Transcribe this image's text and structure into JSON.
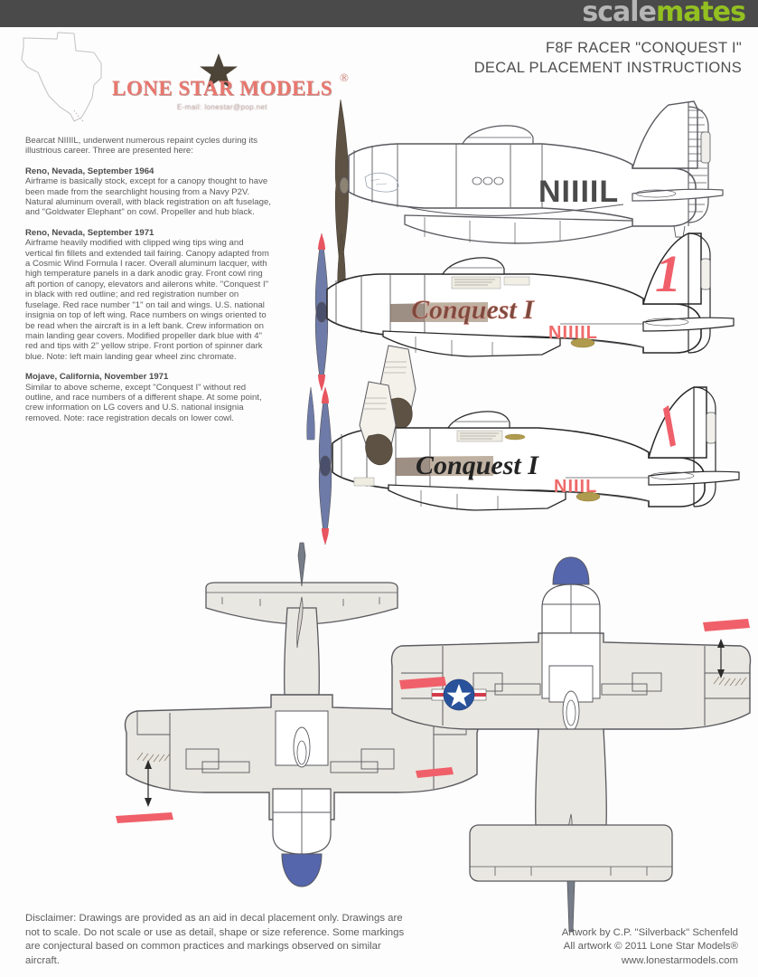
{
  "watermark": {
    "brand_part1": "scale",
    "brand_part2": "mates",
    "bar_color": "#4a4a4a",
    "green": "#93c020",
    "grey": "#b5b5b5"
  },
  "header": {
    "logo_name": "LONE STAR MODELS",
    "registered_mark": "®",
    "email_line": "E-mail:  lonestar@pop.net",
    "title_line1": "F8F RACER \"CONQUEST I\"",
    "title_line2": "DECAL PLACEMENT INSTRUCTIONS",
    "star_icon": "star-icon",
    "texas_icon": "texas-outline-icon"
  },
  "notes": {
    "intro": "Bearcat NIIIIL, underwent numerous repaint cycles during its illustrious career.  Three are presented here:",
    "schemes": [
      {
        "heading": "Reno, Nevada, September 1964",
        "body": "Airframe is basically stock, except for a canopy thought to have been made from the searchlight housing from a Navy P2V.  Natural aluminum overall, with black registration on aft fuselage, and \"Goldwater Elephant\" on cowl.  Propeller and hub black."
      },
      {
        "heading": "Reno, Nevada, September 1971",
        "body": "Airframe heavily modified with clipped wing tips wing and vertical fin fillets and extended tail fairing.  Canopy adapted from a Cosmic Wind Formula I racer.\nOverall aluminum lacquer, with high temperature panels in a dark anodic gray.  Front cowl ring aft portion of canopy, elevators and ailerons white. \"Conquest I\" in black with red outline; and red registration number on fuselage.  Red race number \"1\" on tail and wings.  U.S. national insignia on top of left wing.  Race numbers on wings oriented to be read when the aircraft is in a left bank.  Crew information on main landing gear covers.  Modified propeller dark blue with 4\" red and tips with 2\" yellow stripe.  Front portion of spinner dark blue.\nNote: left main landing gear wheel zinc chromate."
      },
      {
        "heading": "Mojave, California, November 1971",
        "body": "Similar to above scheme, except \"Conquest I\" without red outline, and race numbers of a different shape.  At some point, crew information on LG covers and U.S. national insignia removed.\nNote: race registration decals on lower cowl."
      }
    ]
  },
  "artwork": {
    "profile_1964": {
      "registration": "NIIIIL",
      "registration_color": "#4b4b4b",
      "label": "1964 side profile"
    },
    "profile_1971_reno": {
      "script_name": "Conquest I",
      "script_color": "#7c4a3e",
      "registration": "NIIIIL",
      "registration_color": "#ef6a6a",
      "race_number": "1",
      "race_number_color": "#f0606a"
    },
    "profile_1971_mojave": {
      "script_name": "Conquest I",
      "script_color": "#232323",
      "registration": "NIIIIL",
      "registration_color": "#ef6a6a",
      "race_number": "1",
      "race_number_color": "#f0606a"
    },
    "plan_bottom": {
      "label": "bottom plan view",
      "race_number": "1",
      "race_number_color": "#f0606a"
    },
    "plan_top": {
      "label": "top plan view",
      "race_number": "1",
      "race_number_color": "#f0606a",
      "insignia": "us-national-insignia"
    },
    "colors": {
      "outline": "#59595f",
      "panel_grey": "#e9e7e1",
      "prop_blue": "#6e7ba8",
      "prop_tip_red": "#e8555f",
      "spinner_blue": "#5566ad",
      "anodic_grey": "#7d6a5c",
      "decal_gold": "#b09a4e",
      "insignia_blue": "#29529b",
      "insignia_red": "#d23b4a"
    }
  },
  "footer": {
    "disclaimer": "Disclaimer:  Drawings are provided as an aid in decal placement only.  Drawings are not to scale.  Do not scale or use as detail, shape or size reference. Some markings are conjectural based on common practices and markings observed on similar aircraft.",
    "credit_line1": "Artwork by C.P. \"Silverback\" Schenfeld",
    "credit_line2": "All artwork © 2011 Lone Star Models®",
    "website": "www.lonestarmodels.com"
  }
}
